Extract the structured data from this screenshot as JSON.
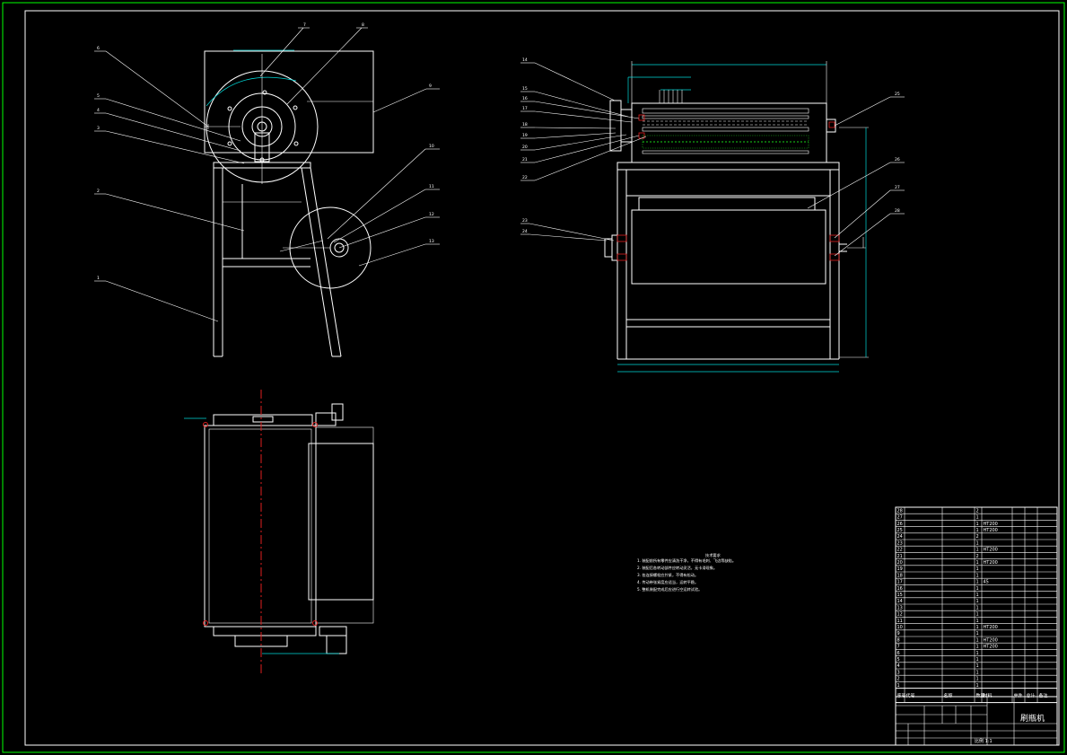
{
  "colors": {
    "background": "#000000",
    "outer_frame": "#00ff00",
    "lines": "#ffffff",
    "dimension": "#00d8d8",
    "center_line": "#e02020",
    "brush_teeth": "#19d019"
  },
  "side_view": {
    "balloons": [
      "6",
      "7",
      "8",
      "5",
      "4",
      "3",
      "2",
      "9",
      "1",
      "10",
      "11",
      "12",
      "13"
    ]
  },
  "front_view": {
    "balloons": [
      "14",
      "15",
      "16",
      "17",
      "18",
      "19",
      "20",
      "21",
      "22",
      "23",
      "24",
      "25",
      "26",
      "27",
      "28"
    ]
  },
  "tech_notes": {
    "title": "技术要求",
    "items": [
      "1. 装配前所有零件应清洗干净，不得有毛刺、飞边等缺陷。",
      "2. 装配后各转动部件应转动灵活，无卡滞现象。",
      "3. 各连接螺栓应拧紧，不得有松动。",
      "4. 传动带张紧度应适当，运转平稳。",
      "5. 整机装配完成后应进行空运转试验。"
    ]
  },
  "bom": {
    "rows": [
      {
        "no": "28",
        "code": "",
        "name": "",
        "qty": "2",
        "material": "",
        "note": ""
      },
      {
        "no": "27",
        "code": "",
        "name": "",
        "qty": "1",
        "material": "",
        "note": ""
      },
      {
        "no": "26",
        "code": "",
        "name": "",
        "qty": "1",
        "material": "HT200",
        "note": ""
      },
      {
        "no": "25",
        "code": "",
        "name": "",
        "qty": "1",
        "material": "HT200",
        "note": ""
      },
      {
        "no": "24",
        "code": "",
        "name": "",
        "qty": "2",
        "material": "",
        "note": ""
      },
      {
        "no": "23",
        "code": "",
        "name": "",
        "qty": "1",
        "material": "",
        "note": ""
      },
      {
        "no": "22",
        "code": "",
        "name": "",
        "qty": "1",
        "material": "HT200",
        "note": ""
      },
      {
        "no": "21",
        "code": "",
        "name": "",
        "qty": "2",
        "material": "",
        "note": ""
      },
      {
        "no": "20",
        "code": "",
        "name": "",
        "qty": "1",
        "material": "HT200",
        "note": ""
      },
      {
        "no": "19",
        "code": "",
        "name": "",
        "qty": "1",
        "material": "",
        "note": ""
      },
      {
        "no": "18",
        "code": "",
        "name": "",
        "qty": "1",
        "material": "",
        "note": ""
      },
      {
        "no": "17",
        "code": "",
        "name": "",
        "qty": "1",
        "material": "45",
        "note": ""
      },
      {
        "no": "16",
        "code": "",
        "name": "",
        "qty": "1",
        "material": "",
        "note": ""
      },
      {
        "no": "15",
        "code": "",
        "name": "",
        "qty": "1",
        "material": "",
        "note": ""
      },
      {
        "no": "14",
        "code": "",
        "name": "",
        "qty": "1",
        "material": "",
        "note": ""
      },
      {
        "no": "13",
        "code": "",
        "name": "",
        "qty": "1",
        "material": "",
        "note": ""
      },
      {
        "no": "12",
        "code": "",
        "name": "",
        "qty": "1",
        "material": "",
        "note": ""
      },
      {
        "no": "11",
        "code": "",
        "name": "",
        "qty": "1",
        "material": "",
        "note": ""
      },
      {
        "no": "10",
        "code": "",
        "name": "",
        "qty": "1",
        "material": "HT200",
        "note": ""
      },
      {
        "no": "9",
        "code": "",
        "name": "",
        "qty": "1",
        "material": "",
        "note": ""
      },
      {
        "no": "8",
        "code": "",
        "name": "",
        "qty": "1",
        "material": "HT200",
        "note": ""
      },
      {
        "no": "7",
        "code": "",
        "name": "",
        "qty": "1",
        "material": "HT200",
        "note": ""
      },
      {
        "no": "6",
        "code": "",
        "name": "",
        "qty": "1",
        "material": "",
        "note": ""
      },
      {
        "no": "5",
        "code": "",
        "name": "",
        "qty": "1",
        "material": "",
        "note": ""
      },
      {
        "no": "4",
        "code": "",
        "name": "",
        "qty": "1",
        "material": "",
        "note": ""
      },
      {
        "no": "3",
        "code": "",
        "name": "",
        "qty": "1",
        "material": "",
        "note": ""
      },
      {
        "no": "2",
        "code": "",
        "name": "",
        "qty": "1",
        "material": "",
        "note": ""
      },
      {
        "no": "1",
        "code": "",
        "name": "",
        "qty": "1",
        "material": "",
        "note": ""
      }
    ],
    "header": [
      "序号",
      "代号",
      "名称",
      "数量",
      "材料",
      "单件",
      "总计",
      "备注"
    ]
  },
  "title_block": {
    "drawing_name": "刷瓶机",
    "scale_label": "比例 1:1"
  }
}
